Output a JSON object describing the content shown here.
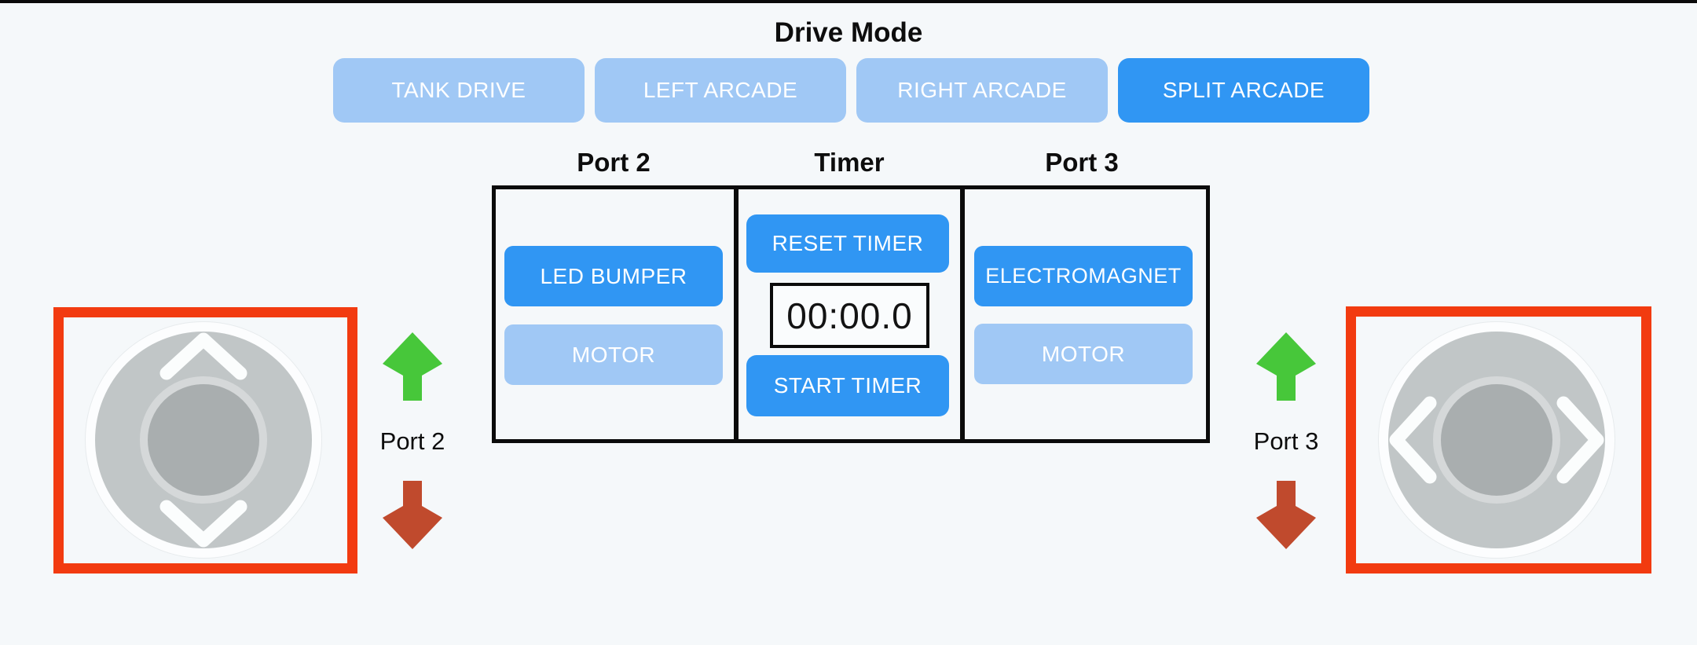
{
  "drive_mode": {
    "title": "Drive Mode",
    "buttons": [
      {
        "label": "TANK DRIVE",
        "active": false
      },
      {
        "label": "LEFT ARCADE",
        "active": false
      },
      {
        "label": "RIGHT ARCADE",
        "active": false
      },
      {
        "label": "SPLIT ARCADE",
        "active": true
      }
    ]
  },
  "panel": {
    "columns": [
      {
        "header": "Port 2",
        "buttons": [
          {
            "label": "LED BUMPER",
            "state": "active"
          },
          {
            "label": "MOTOR",
            "state": "inactive"
          }
        ]
      },
      {
        "header": "Timer",
        "reset_label": "RESET TIMER",
        "display": "00:00.0",
        "start_label": "START TIMER"
      },
      {
        "header": "Port 3",
        "buttons": [
          {
            "label": "ELECTROMAGNET",
            "state": "active"
          },
          {
            "label": "MOTOR",
            "state": "inactive"
          }
        ]
      }
    ]
  },
  "joysticks": {
    "left": {
      "port_label": "Port 2",
      "axis": "vertical",
      "icon": "chevron-up-down-icon"
    },
    "right": {
      "port_label": "Port 3",
      "axis": "horizontal",
      "icon": "chevron-left-right-icon"
    }
  },
  "colors": {
    "background": "#F5F8FA",
    "button_active": "#3096F3",
    "button_inactive": "#A0C8F5",
    "highlight_frame": "#F23B10",
    "arrow_forward": "#47C73A",
    "arrow_reverse": "#C04A2D",
    "table_border": "#0B0B0B",
    "joystick_pad": "#C1C6C7",
    "joystick_knob": "#A9AEAF",
    "joystick_knob_ring": "#D5D8D9",
    "joystick_base": "#FCFDFE"
  }
}
